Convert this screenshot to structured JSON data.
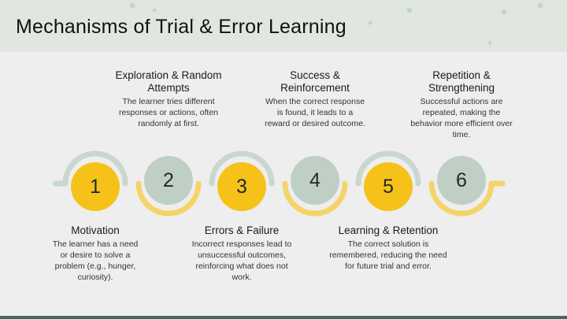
{
  "slide": {
    "title": "Mechanisms of Trial & Error Learning"
  },
  "colors": {
    "header_bg": "#dfe7df",
    "page_bg": "#eeeeee",
    "accent_yellow": "#f6c21a",
    "sage": "#bfcfc6",
    "footer_bar": "#3f6a5c"
  },
  "steps": [
    {
      "number": "1",
      "heading": "Motivation",
      "text": "The learner has a need or desire to solve a problem (e.g., hunger, curiosity).",
      "color": "yellow"
    },
    {
      "number": "2",
      "heading": "Exploration & Random Attempts",
      "text": "The learner tries different responses or actions, often randomly at first.",
      "color": "sage"
    },
    {
      "number": "3",
      "heading": "Errors & Failure",
      "text": "Incorrect responses lead to unsuccessful outcomes, reinforcing what does not work.",
      "color": "yellow"
    },
    {
      "number": "4",
      "heading": "Success & Reinforcement",
      "text": "When the correct response is found, it leads to a reward or desired outcome.",
      "color": "sage"
    },
    {
      "number": "5",
      "heading": "Learning & Retention",
      "text": "The correct solution is remembered, reducing the need for future trial and error.",
      "color": "yellow"
    },
    {
      "number": "6",
      "heading": "Repetition & Strengthening",
      "text": "Successful actions are repeated, making the behavior more efficient over time.",
      "color": "sage"
    }
  ]
}
